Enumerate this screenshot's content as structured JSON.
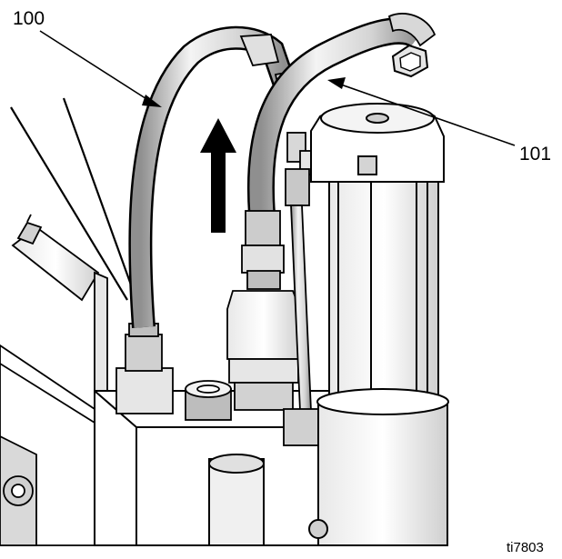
{
  "callouts": {
    "hose_left": "100",
    "hose_right": "101"
  },
  "figure_id": "ti7803",
  "colors": {
    "line": "#000000",
    "fill": "#ffffff",
    "shade_light": "#e6e6e6",
    "shade_mid": "#c8c8c8",
    "shade_dark": "#9a9a9a"
  }
}
